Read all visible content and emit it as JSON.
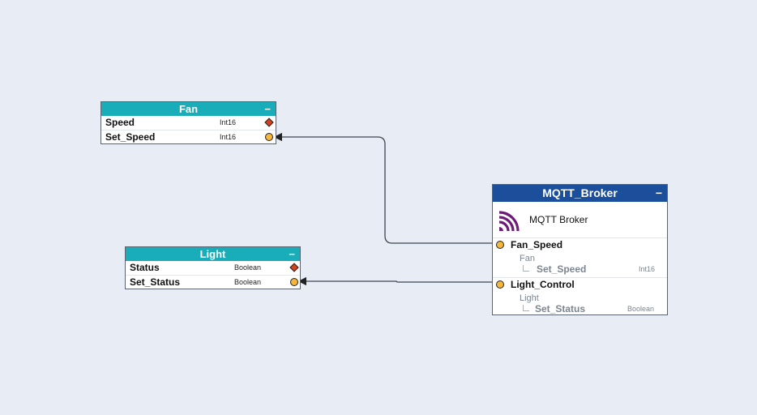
{
  "fan": {
    "title": "Fan",
    "collapse": "−",
    "rows": [
      {
        "name": "Speed",
        "type": "Int16"
      },
      {
        "name": "Set_Speed",
        "type": "Int16"
      }
    ]
  },
  "light": {
    "title": "Light",
    "collapse": "−",
    "rows": [
      {
        "name": "Status",
        "type": "Boolean"
      },
      {
        "name": "Set_Status",
        "type": "Boolean"
      }
    ]
  },
  "broker": {
    "title": "MQTT_Broker",
    "collapse": "−",
    "label": "MQTT Broker",
    "channels": [
      {
        "name": "Fan_Speed",
        "device": "Fan",
        "property": "Set_Speed",
        "type": "Int16"
      },
      {
        "name": "Light_Control",
        "device": "Light",
        "property": "Set_Status",
        "type": "Boolean"
      }
    ]
  },
  "colors": {
    "background": "#e8edf5",
    "device_header": "#18adb8",
    "broker_header": "#1b4f9c",
    "port": "#f5b63c",
    "diamond": "#d2421c",
    "broker_icon": "#6d1a7a",
    "wire": "#3c4656"
  },
  "icons": {
    "broker_icon": "wifi-signal-icon"
  }
}
